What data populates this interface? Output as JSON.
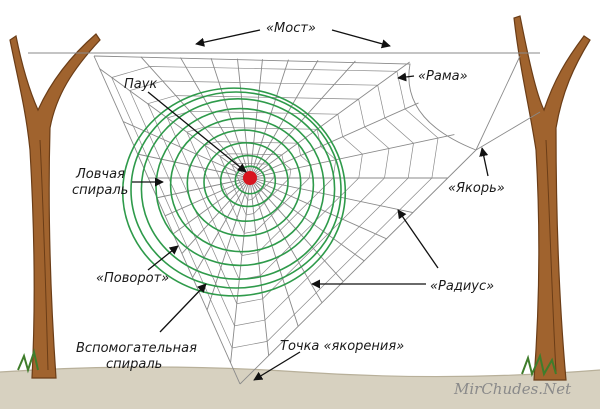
{
  "labels": {
    "bridge": "«Мост»",
    "frame": "«Рама»",
    "spider": "Паук",
    "capture_spiral_line1": "Ловчая",
    "capture_spiral_line2": "спираль",
    "anchor": "«Якорь»",
    "turn": "«Поворот»",
    "radius": "«Радиус»",
    "aux_spiral_line1": "Вспомогательная",
    "aux_spiral_line2": "спираль",
    "anchor_point": "Точка «якорения»"
  },
  "watermark": "MirChudes.Net",
  "colors": {
    "capture_spiral": "#2e9a4a",
    "spider": "#d8141e",
    "tree": "#a0632e",
    "tree_dark": "#6b3d17",
    "ground": "#d7d1c0",
    "grass": "#3f7d2b",
    "thread": "#8a8a8a"
  },
  "icons": {
    "spider": "spider-dot-icon",
    "left_tree": "tree-icon",
    "right_tree": "tree-icon"
  }
}
